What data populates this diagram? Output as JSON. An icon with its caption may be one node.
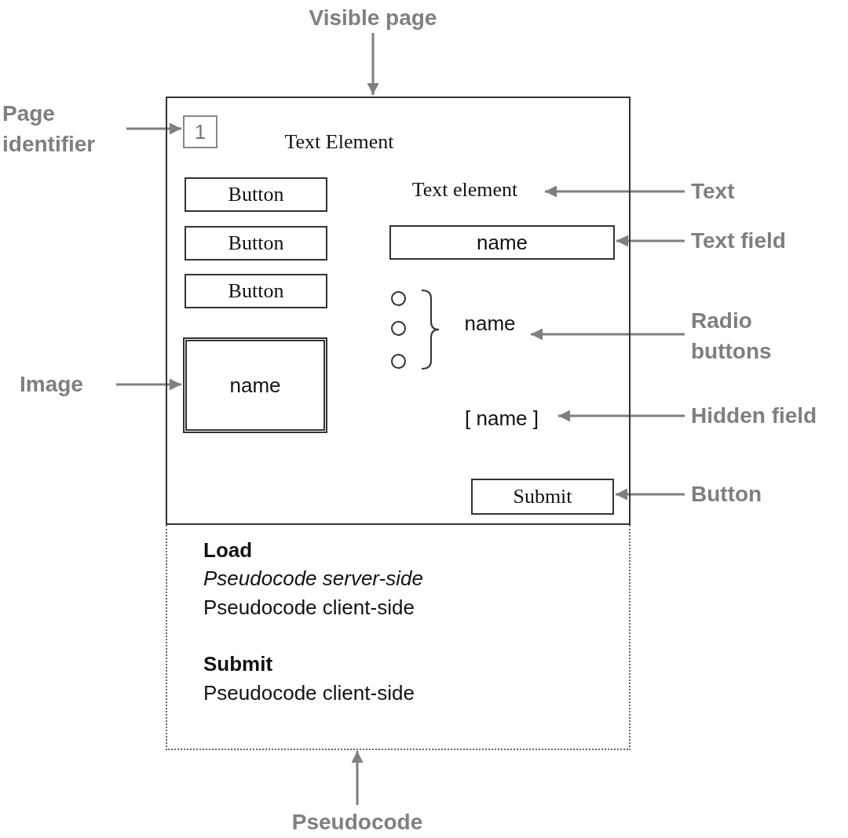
{
  "diagram": {
    "nodes": [
      {
        "text": [
          "Visible page"
        ]
      },
      {
        "text": [],
        "shape": "box"
      },
      {
        "text": [
          "Page identifier"
        ]
      },
      {
        "text": [
          "1"
        ],
        "in": 1
      },
      {
        "text": [
          "Text Element"
        ],
        "in": 1
      },
      {
        "text": [
          "Button"
        ],
        "in": 1
      },
      {
        "text": [
          "Button"
        ],
        "in": 1
      },
      {
        "text": [
          "Button"
        ],
        "in": 1
      },
      {
        "text": [
          "Text element"
        ],
        "in": 1
      },
      {
        "text": [
          "Text"
        ]
      },
      {
        "text": [
          "name"
        ],
        "in": 1
      },
      {
        "text": [
          "Text field"
        ]
      },
      {
        "text": [],
        "shape": "circle",
        "in": 1
      },
      {
        "text": [],
        "shape": "circle",
        "in": 1
      },
      {
        "text": [],
        "shape": "circle",
        "in": 1
      },
      {
        "text": [
          "name"
        ],
        "in": 1
      },
      {
        "text": [
          "Radio buttons"
        ]
      },
      {
        "text": [
          "Image"
        ]
      },
      {
        "text": [
          "name"
        ],
        "in": 1
      },
      {
        "text": [
          "[ name ]"
        ],
        "in": 1
      },
      {
        "text": [
          "Hidden field"
        ]
      },
      {
        "text": [
          "Submit"
        ],
        "in": 1
      },
      {
        "text": [
          "Button"
        ]
      },
      {
        "text": [
          "Load",
          "Pseudocode server-side",
          "Pseudocode client-side",
          "Submit",
          "Pseudocode client-side"
        ]
      },
      {
        "text": [
          "Pseudocode"
        ]
      }
    ],
    "edges": [
      {
        "from": 0,
        "to": 1,
        "arrow": "to"
      },
      {
        "from": 2,
        "to": 3,
        "arrow": "to"
      },
      {
        "from": 9,
        "to": 8,
        "arrow": "to"
      },
      {
        "from": 11,
        "to": 10,
        "arrow": "to"
      },
      {
        "from": 16,
        "to": 15,
        "arrow": "to"
      },
      {
        "from": 17,
        "to": 18,
        "arrow": "to"
      },
      {
        "from": 20,
        "to": 19,
        "arrow": "to"
      },
      {
        "from": 22,
        "to": 21,
        "arrow": "to"
      },
      {
        "from": 24,
        "to": 23,
        "arrow": "to"
      }
    ]
  }
}
